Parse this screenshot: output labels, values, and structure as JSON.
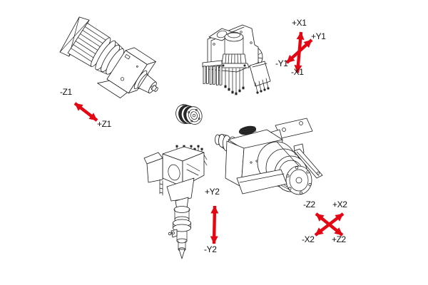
{
  "colors": {
    "arrow_red": "#e30613",
    "line_black": "#1a1a1a",
    "background": "#ffffff"
  },
  "figures": [
    {
      "name": "horizontal-spindle-unit-drawing"
    },
    {
      "name": "tool-head-with-pins-drawing"
    },
    {
      "name": "coupling-flange-drawing"
    },
    {
      "name": "main-spindle-assembly-drawing"
    },
    {
      "name": "vertical-spindle-unit-drawing"
    }
  ],
  "axis_labels": {
    "z1_minus": "-Z1",
    "z1_plus": "+Z1",
    "x1_plus": "+X1",
    "x1_minus": "-X1",
    "y1_plus": "+Y1",
    "y1_minus": "-Y1",
    "y2_plus": "+Y2",
    "y2_minus": "-Y2",
    "z2_minus": "-Z2",
    "z2_plus": "+Z2",
    "x2_plus": "+X2",
    "x2_minus": "-X2"
  }
}
